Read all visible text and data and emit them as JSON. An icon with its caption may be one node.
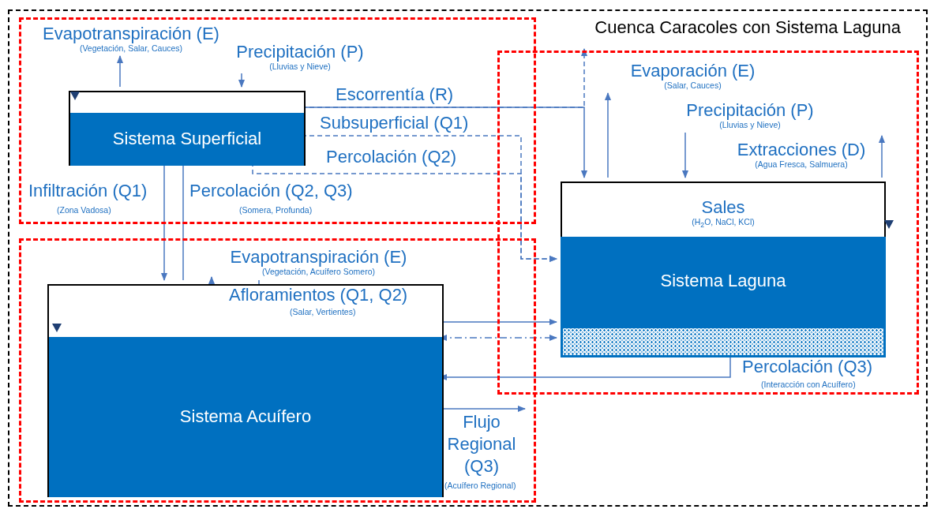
{
  "diagram": {
    "nodes": [
      {
        "text": [
          "Cuenca Caracoles con Sistema Laguna"
        ]
      },
      {
        "text": [],
        "shape": "box",
        "in": 0
      },
      {
        "text": [
          "Evapotranspiración (E)",
          "(Vegetación, Salar, Cauces)"
        ],
        "in": 1
      },
      {
        "text": [
          "Precipitación (P)",
          "(Lluvias  y Nieve)"
        ],
        "in": 1
      },
      {
        "text": [
          "Sistema Superficial"
        ],
        "in": 1
      },
      {
        "text": [],
        "shape": "box",
        "in": 0
      },
      {
        "text": [
          "Evapotranspiración (E)",
          "(Vegetación, Acuífero Somero)"
        ],
        "in": 5
      },
      {
        "text": [
          "Sistema Acuífero"
        ],
        "in": 5
      },
      {
        "text": [],
        "shape": "box",
        "in": 0
      },
      {
        "text": [
          "Evaporación (E)",
          "(Salar, Cauces)"
        ],
        "in": 8
      },
      {
        "text": [
          "Precipitación (P)",
          "(Lluvias  y Nieve)"
        ],
        "in": 8
      },
      {
        "text": [
          "Extracciones (D)",
          "(Agua Fresca, Salmuera)"
        ],
        "in": 8
      },
      {
        "text": [
          "Sales",
          "(H$_{2}$O, NaCl, KCl)"
        ],
        "in": 8
      },
      {
        "text": [
          "Sistema Laguna"
        ],
        "in": 8
      },
      {
        "text": [],
        "shape": "bar",
        "in": 8
      }
    ],
    "edges": [
      {
        "from": 4,
        "to": 2,
        "arrow": "to"
      },
      {
        "from": 3,
        "to": 4,
        "arrow": "to"
      },
      {
        "from": 4,
        "to": 12,
        "arrow": "to",
        "label": "Escorrentía (R)"
      },
      {
        "from": 4,
        "to": 8,
        "arrow": "to",
        "style": "dashed"
      },
      {
        "from": 4,
        "to": 13,
        "arrow": "to",
        "style": "dashed",
        "label": "Subsuperficial (Q1)"
      },
      {
        "from": 4,
        "to": 13,
        "arrow": "to",
        "style": "dashed",
        "label": "Percolación (Q2)"
      },
      {
        "from": 4,
        "to": 7,
        "arrow": "to",
        "label": "Infiltración (Q1)"
      },
      {
        "from": 4,
        "to": 7,
        "arrow": "none",
        "label": "Percolación (Q2, Q3)"
      },
      {
        "from": 7,
        "to": 6,
        "arrow": "to",
        "style": "dashed"
      },
      {
        "from": 7,
        "to": 13,
        "arrow": "to",
        "label": "Afloramientos (Q1, Q2)"
      },
      {
        "from": 7,
        "to": 14,
        "arrow": "both",
        "style": "dashed"
      },
      {
        "from": 14,
        "to": 7,
        "arrow": "to",
        "label": "Percolación (Q3)"
      },
      {
        "from": 7,
        "to": null,
        "arrow": "to",
        "label": "Flujo Regional (Q3)"
      },
      {
        "from": 12,
        "to": 9,
        "arrow": "to"
      },
      {
        "from": 10,
        "to": 12,
        "arrow": "to"
      },
      {
        "from": 12,
        "to": 11,
        "arrow": "to"
      }
    ],
    "labels": [
      "(Zona Vadosa)",
      "(Somera, Profunda)",
      "(Salar, Vertientes)",
      "(Interacción con Acuífero)",
      "(Acuífero Regional)"
    ]
  }
}
